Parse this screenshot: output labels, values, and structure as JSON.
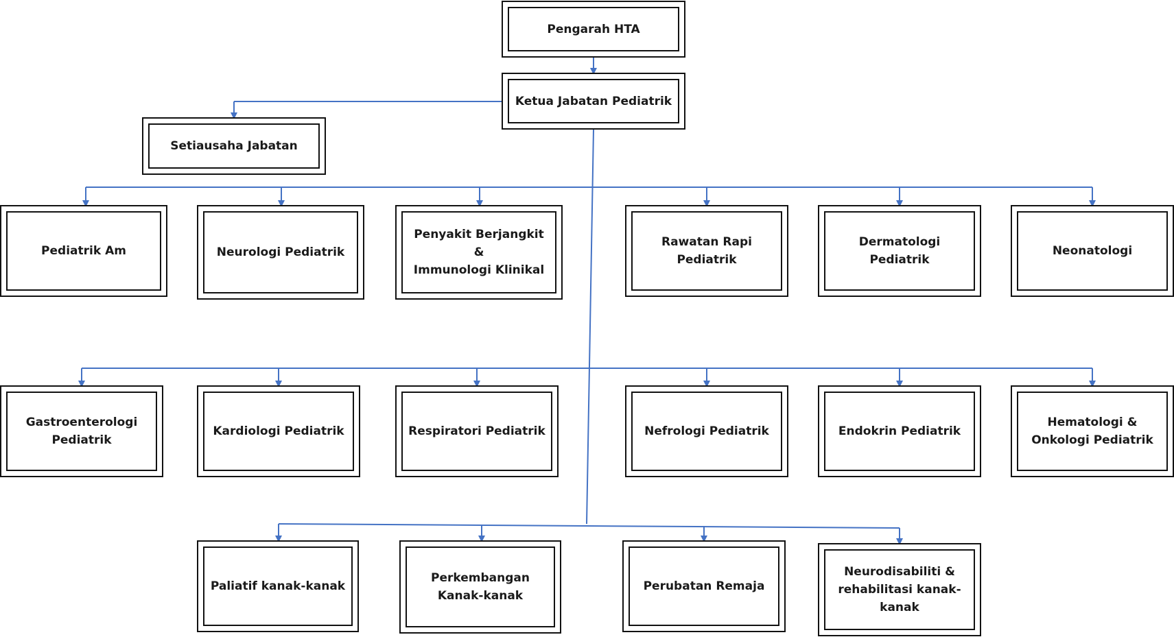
{
  "nodes": {
    "pengarah": "Pengarah HTA",
    "ketua": "Ketua Jabatan Pediatrik",
    "setiausaha": "Setiausaha Jabatan",
    "row1": [
      "Pediatrik Am",
      "Neurologi Pediatrik",
      "Penyakit Berjangkit\n&\nImmunologi Klinikal",
      "Rawatan Rapi\nPediatrik",
      "Dermatologi Pediatrik",
      "Neonatologi"
    ],
    "row2": [
      "Gastroenterologi\nPediatrik",
      "Kardiologi Pediatrik",
      "Respiratori Pediatrik",
      "Nefrologi Pediatrik",
      "Endokrin Pediatrik",
      "Hematologi &\nOnkologi Pediatrik"
    ],
    "row3": [
      "Paliatif kanak-kanak",
      "Perkembangan\nKanak-kanak",
      "Perubatan Remaja",
      "Neurodisabiliti &\nrehabilitasi kanak-\nkanak"
    ]
  },
  "colors": {
    "connector": "#4472c4",
    "border": "#111111"
  }
}
